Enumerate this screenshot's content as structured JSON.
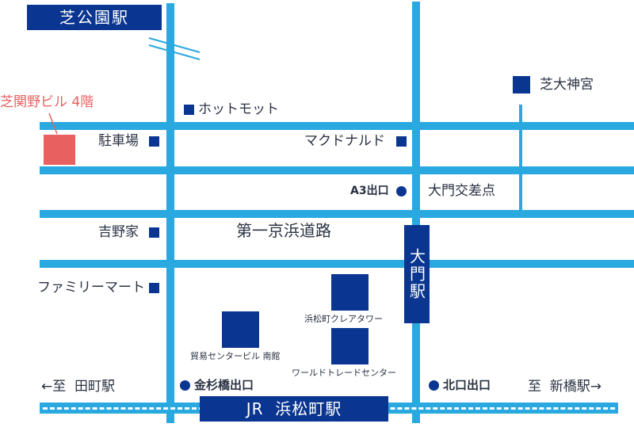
{
  "stations": {
    "shiba_koen": "芝公園駅",
    "daimon": "大門駅",
    "hamamatsucho": "JR  浜松町駅"
  },
  "target": {
    "label": "芝関野ビル 4階",
    "color": "#e86060"
  },
  "colors": {
    "road": "#2aa8e0",
    "station": "#0a3590",
    "target": "#e86060",
    "text": "#2a3242"
  },
  "landmarks": {
    "hottomotto": "ホットモット",
    "parking": "駐車場",
    "mcdonalds": "マクドナルド",
    "shiba_daijingu": "芝大神宮",
    "a3_exit": "A3出口",
    "daimon_crossing": "大門交差点",
    "yoshinoya": "吉野家",
    "dai_ichi_keihin": "第一京浜道路",
    "familymart": "ファミリーマート",
    "hamamatsucho_clear_tower": "浜松町クレアタワー",
    "boeki_center_south": "貿易センタービル 南館",
    "world_trade_center": "ワールドトレードセンター",
    "kanasugibashi_exit": "金杉橋出口",
    "north_exit": "北口出口",
    "to_tamachi": "←至  田町駅",
    "to_shimbashi": "至  新橋駅→"
  }
}
